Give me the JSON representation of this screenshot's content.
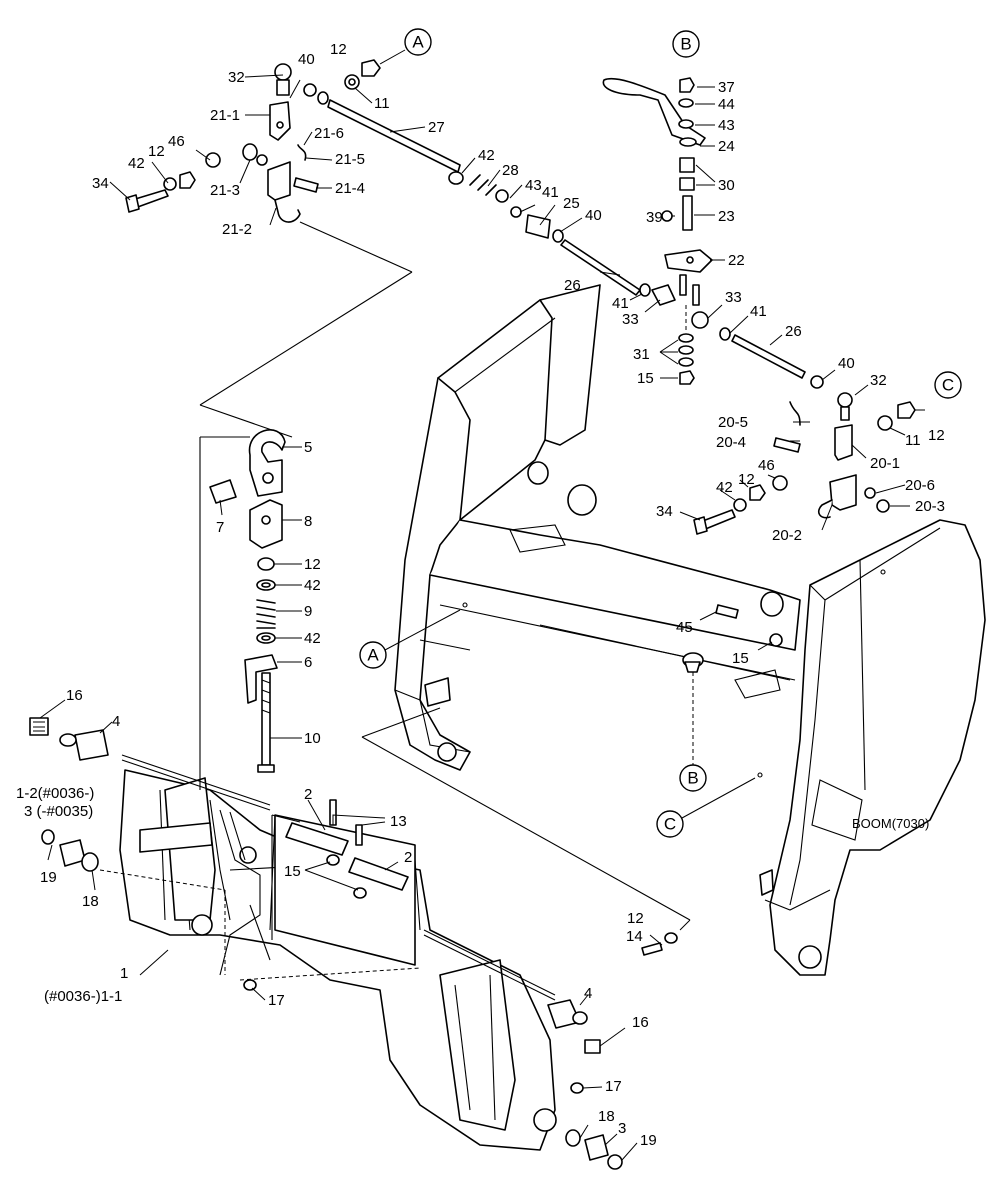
{
  "drawing_label": "BOOM(7030)",
  "refs": {
    "A": "A",
    "B": "B",
    "C": "C"
  },
  "labels": {
    "p1": "1",
    "p1_1": "(#0036-)1-1",
    "p1_2": "1-2(#0036-)",
    "p3a": "3 (-#0035)",
    "p3b": "3",
    "p2a": "2",
    "p2b": "2",
    "p4a": "4",
    "p4b": "4",
    "p5": "5",
    "p6": "6",
    "p7": "7",
    "p8": "8",
    "p9": "9",
    "p10": "10",
    "p11a": "11",
    "p11b": "11",
    "p12a": "12",
    "p12b": "12",
    "p12c": "12",
    "p12d": "12",
    "p12e": "12",
    "p12f": "12",
    "p13": "13",
    "p14": "14",
    "p15a": "15",
    "p15b": "15",
    "p15c": "15",
    "p16a": "16",
    "p16b": "16",
    "p17a": "17",
    "p17b": "17",
    "p18a": "18",
    "p18b": "18",
    "p19a": "19",
    "p19b": "19",
    "p20_1": "20-1",
    "p20_2": "20-2",
    "p20_3": "20-3",
    "p20_4": "20-4",
    "p20_5": "20-5",
    "p20_6": "20-6",
    "p21_1": "21-1",
    "p21_2": "21-2",
    "p21_3": "21-3",
    "p21_4": "21-4",
    "p21_5": "21-5",
    "p21_6": "21-6",
    "p22": "22",
    "p23": "23",
    "p24": "24",
    "p25": "25",
    "p26a": "26",
    "p26b": "26",
    "p27": "27",
    "p28": "28",
    "p30": "30",
    "p31": "31",
    "p32a": "32",
    "p32b": "32",
    "p33a": "33",
    "p33b": "33",
    "p34a": "34",
    "p34b": "34",
    "p37": "37",
    "p39": "39",
    "p40a": "40",
    "p40b": "40",
    "p40c": "40",
    "p41a": "41",
    "p41b": "41",
    "p41c": "41",
    "p42a": "42",
    "p42b": "42",
    "p42c": "42",
    "p42d": "42",
    "p42e": "42",
    "p43a": "43",
    "p43b": "43",
    "p44": "44",
    "p45": "45",
    "p46a": "46",
    "p46b": "46"
  }
}
